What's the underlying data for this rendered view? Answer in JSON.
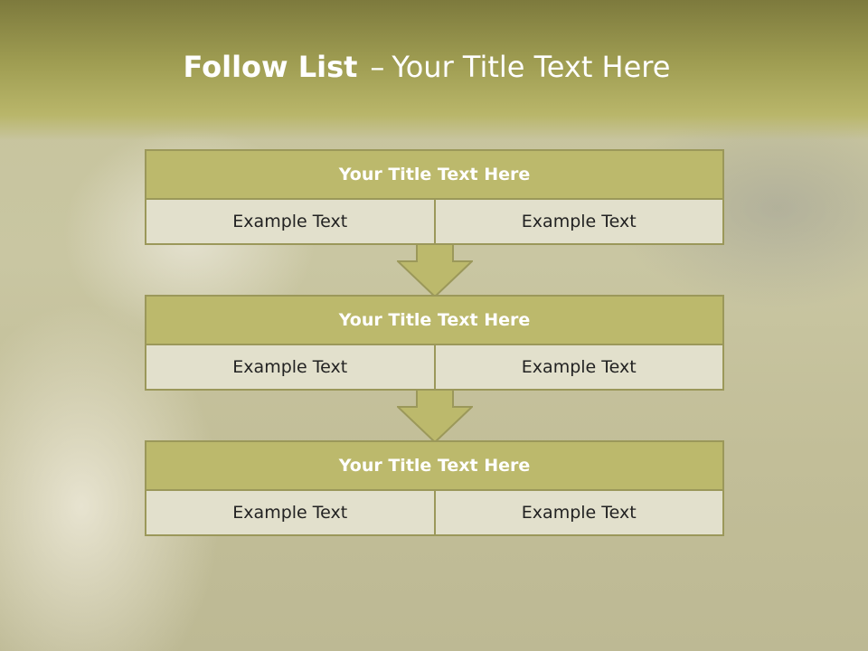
{
  "slide": {
    "title_bold": "Follow List",
    "title_dash": "–",
    "title_rest": "Your Title Text Here"
  },
  "blocks": [
    {
      "title": "Your Title Text Here",
      "left": "Example Text",
      "right": "Example Text"
    },
    {
      "title": "Your Title Text Here",
      "left": "Example Text",
      "right": "Example Text"
    },
    {
      "title": "Your Title Text Here",
      "left": "Example Text",
      "right": "Example Text"
    }
  ],
  "colors": {
    "header": "#9f9d52",
    "block_title_fill": "#bcb96c",
    "cell_fill": "#e2e0cc",
    "border": "#9b985a"
  }
}
